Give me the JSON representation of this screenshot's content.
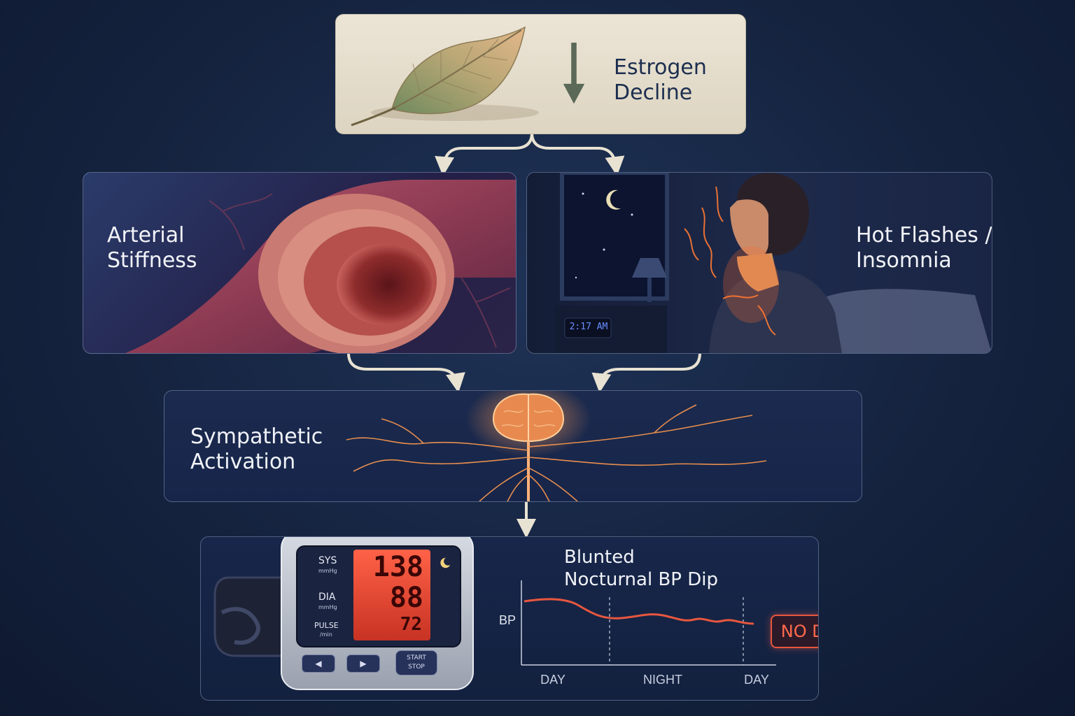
{
  "top": {
    "line1": "Estrogen",
    "line2": "Decline"
  },
  "arterial": {
    "line1": "Arterial",
    "line2": "Stiffness"
  },
  "hotflash": {
    "line1": "Hot Flashes /",
    "line2": "Insomnia",
    "clock": "2:17 AM"
  },
  "sympathetic": {
    "line1": "Sympathetic",
    "line2": "Activation"
  },
  "monitor": {
    "sys_label": "SYS",
    "dia_label": "DIA",
    "pulse_label": "PULSE",
    "unit_mmhg": "mmHg",
    "unit_min": "/min",
    "sys_value": "138",
    "dia_value": "88",
    "pulse_value": "72",
    "start_stop_1": "START",
    "start_stop_2": "STOP"
  },
  "bp_chart": {
    "title1": "Blunted",
    "title2": "Nocturnal BP Dip",
    "y_label": "BP",
    "x_labels": [
      "DAY",
      "NIGHT",
      "DAY"
    ],
    "badge": "NO DIP"
  },
  "colors": {
    "accent": "#e8573f",
    "glow": "#ff8a3d",
    "panel_border": "#96aacd"
  }
}
